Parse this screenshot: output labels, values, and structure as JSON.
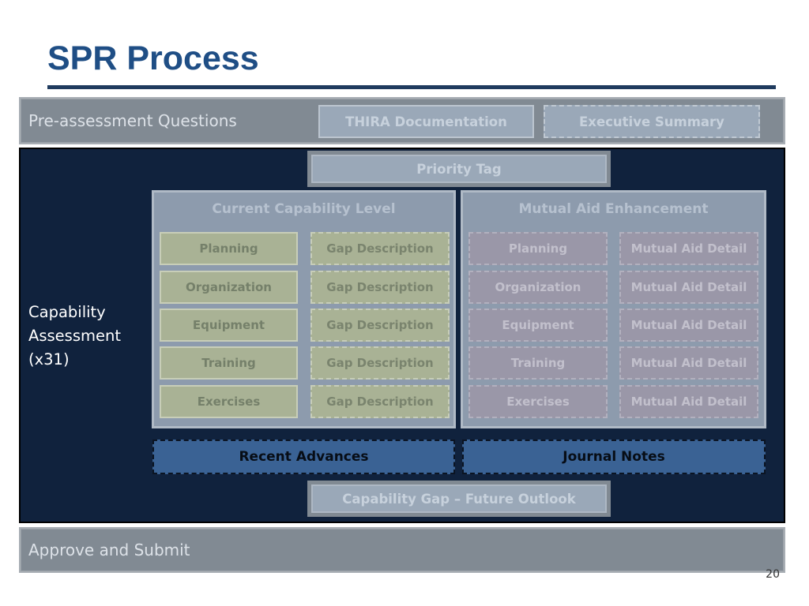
{
  "title": "SPR Process",
  "pre_assessment": {
    "label": "Pre-assessment Questions",
    "thira": "THIRA Documentation",
    "executive_summary": "Executive Summary"
  },
  "main": {
    "side_label_lines": [
      "Capability",
      "Assessment",
      "(x31)"
    ],
    "priority_tag": "Priority Tag",
    "current": {
      "title": "Current Capability Level",
      "rows": [
        {
          "label": "Planning",
          "gap": "Gap Description"
        },
        {
          "label": "Organization",
          "gap": "Gap Description"
        },
        {
          "label": "Equipment",
          "gap": "Gap Description"
        },
        {
          "label": "Training",
          "gap": "Gap Description"
        },
        {
          "label": "Exercises",
          "gap": "Gap Description"
        }
      ]
    },
    "mutual": {
      "title": "Mutual Aid Enhancement",
      "rows": [
        {
          "label": "Planning",
          "detail": "Mutual Aid Detail"
        },
        {
          "label": "Organization",
          "detail": "Mutual Aid Detail"
        },
        {
          "label": "Equipment",
          "detail": "Mutual Aid Detail"
        },
        {
          "label": "Training",
          "detail": "Mutual Aid Detail"
        },
        {
          "label": "Exercises",
          "detail": "Mutual Aid Detail"
        }
      ]
    },
    "recent_advances": "Recent Advances",
    "journal_notes": "Journal Notes",
    "gap_future": "Capability Gap – Future Outlook"
  },
  "approve": "Approve and Submit",
  "page_number": "20"
}
